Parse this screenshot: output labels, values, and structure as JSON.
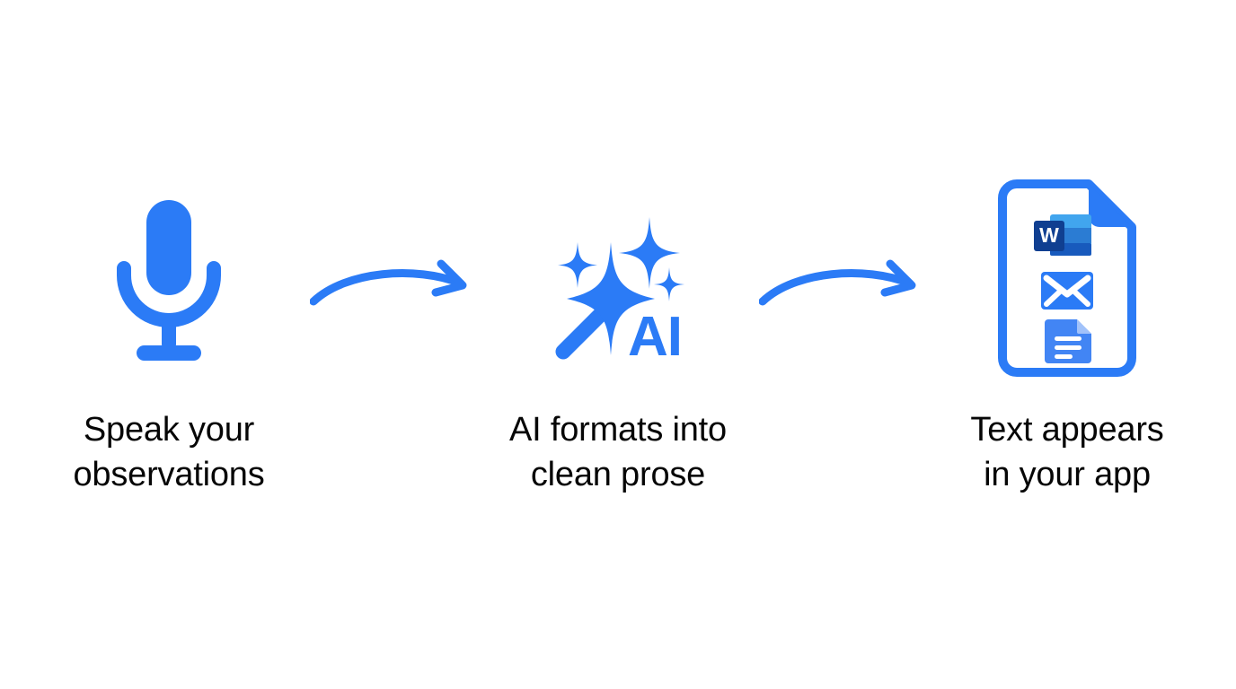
{
  "theme": {
    "background": "#ffffff",
    "accent_blue": "#2B7BF6",
    "text_color": "#060606",
    "word_icon_dark": "#185ABD",
    "word_icon_mid": "#2B7CD3",
    "word_icon_light": "#41A5EE",
    "word_icon_deep": "#103F91",
    "docs_icon_blue": "#4285F4",
    "docs_icon_fold": "#A1C2FA"
  },
  "steps": [
    {
      "id": "speak",
      "icon": "microphone-icon",
      "icon_label": "Microphone",
      "label": "Speak your\nobservations"
    },
    {
      "id": "format",
      "icon": "ai-magic-wand-icon",
      "icon_label": "AI magic wand with sparkles",
      "icon_text": "AI",
      "label": "AI formats into\nclean prose"
    },
    {
      "id": "output",
      "icon": "document-with-apps-icon",
      "icon_label": "Document containing app icons",
      "inner_icons": [
        {
          "id": "word",
          "name": "microsoft-word-icon",
          "glyph": "W"
        },
        {
          "id": "mail",
          "name": "email-envelope-icon",
          "glyph": ""
        },
        {
          "id": "docs",
          "name": "google-docs-icon",
          "glyph": ""
        }
      ],
      "label": "Text appears\nin your app"
    }
  ],
  "arrows": [
    {
      "id": "arrow-1",
      "name": "curved-arrow-right-icon",
      "from": "speak",
      "to": "format"
    },
    {
      "id": "arrow-2",
      "name": "curved-arrow-right-icon",
      "from": "format",
      "to": "output"
    }
  ]
}
